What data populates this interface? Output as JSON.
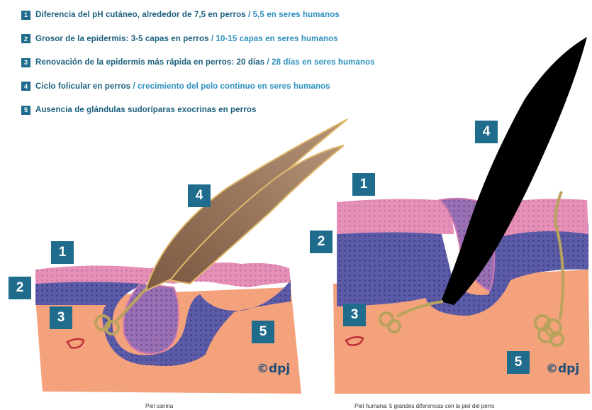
{
  "legend": [
    {
      "num": "1",
      "text": "Diferencia del pH cutáneo, alrededor de 7,5 en perros",
      "sep": " / ",
      "text2": "5,5 en seres humanos"
    },
    {
      "num": "2",
      "text": "Grosor de la epidermis: 3-5 capas en perros",
      "sep": " / ",
      "text2": "10-15 capas en seres humanos"
    },
    {
      "num": "3",
      "text": "Renovación de la epidermis más rápida en perros: 20 días",
      "sep": " / ",
      "text2": "28 días en seres humanos"
    },
    {
      "num": "4",
      "text": "Ciclo folicular en perros",
      "sep": " / ",
      "text2": "crecimiento del pelo continuo en seres humanos"
    },
    {
      "num": "5",
      "text": "Ausencia de glándulas sudoríparas exocrinas en perros",
      "sep": "",
      "text2": ""
    }
  ],
  "dog_panel": {
    "badges": {
      "b1": "1",
      "b2": "2",
      "b3": "3",
      "b4": "4",
      "b5": "5"
    },
    "logo": "©dpj",
    "caption": "Piel canina"
  },
  "human_panel": {
    "badges": {
      "b1": "1",
      "b2": "2",
      "b3": "3",
      "b4": "4",
      "b5": "5"
    },
    "logo": "©dpj",
    "caption": "Piel humana: 5 grandes diferencias con la piel del perro"
  },
  "colors": {
    "badge": "#1f6c8c",
    "dermis": "#f4a27c",
    "epidermis_pink": "#e690b8",
    "epidermis_blue": "#5b5ba8",
    "hair_dog": "#9b7358",
    "hair_human": "#000000",
    "gland": "#b9a35c"
  }
}
